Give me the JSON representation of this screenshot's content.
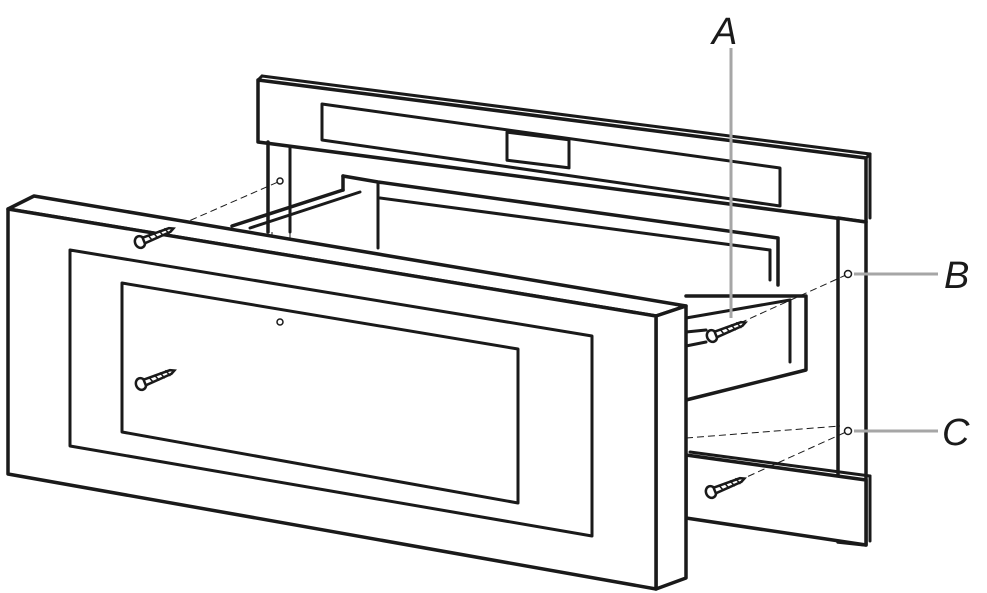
{
  "callouts": {
    "a": "A",
    "b": "B",
    "c": "C"
  },
  "colors": {
    "line": "#1a1a1a",
    "leader": "#a6a6a6",
    "fill": "#ffffff"
  }
}
